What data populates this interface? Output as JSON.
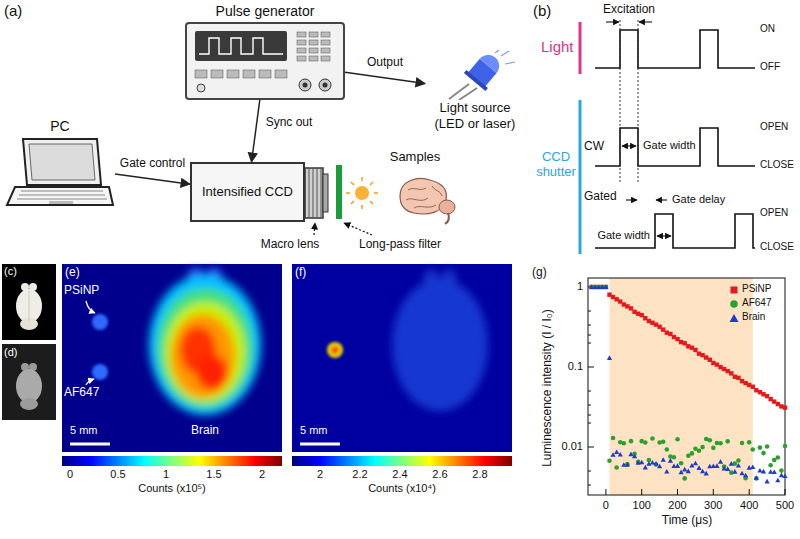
{
  "diagram": {
    "nodes": [
      {
        "text": [
          "Pulse generator"
        ]
      },
      {
        "text": [
          "Light source (LED or laser)"
        ]
      },
      {
        "text": [
          "PC"
        ]
      },
      {
        "text": [
          "Intensified CCD"
        ]
      }
    ],
    "edges": [
      {
        "from": 0,
        "to": 1,
        "label": "Output",
        "arrow": "to"
      },
      {
        "from": 0,
        "to": 3,
        "label": "Sync out",
        "arrow": "to"
      },
      {
        "from": 2,
        "to": 3,
        "label": "Gate control",
        "arrow": "to"
      }
    ],
    "labels": [
      "(a)",
      "Macro lens",
      "Long-pass filter",
      "Samples",
      "(b)",
      "Excitation",
      "Light",
      "ON",
      "OFF",
      "CCD shutter",
      "CW",
      "Gate width",
      "OPEN",
      "CLOSE",
      "Gated",
      "Gate delay",
      "OPEN",
      "CLOSE",
      "Gate width",
      "(c)",
      "(d)",
      "(e)",
      "PSiNP",
      "AF647",
      "Brain",
      "5 mm",
      "0",
      "0.5",
      "1",
      "1.5",
      "2",
      "Counts (x10⁵)",
      "(f)",
      "5 mm",
      "2",
      "2.2",
      "2.4",
      "2.6",
      "2.8",
      "Counts (x10⁴)",
      "(g)",
      "1",
      "0.1",
      "0.01",
      "0",
      "100",
      "200",
      "300",
      "400",
      "500",
      "Time (μs)",
      "Luminescence intensity (I / I₀)"
    ],
    "legend": [
      {
        "text": "PSiNP",
        "color": "#e41a1c"
      },
      {
        "text": "AF647",
        "color": "#2ca02c"
      },
      {
        "text": "Brain",
        "color": "#1f3cc8"
      }
    ]
  }
}
